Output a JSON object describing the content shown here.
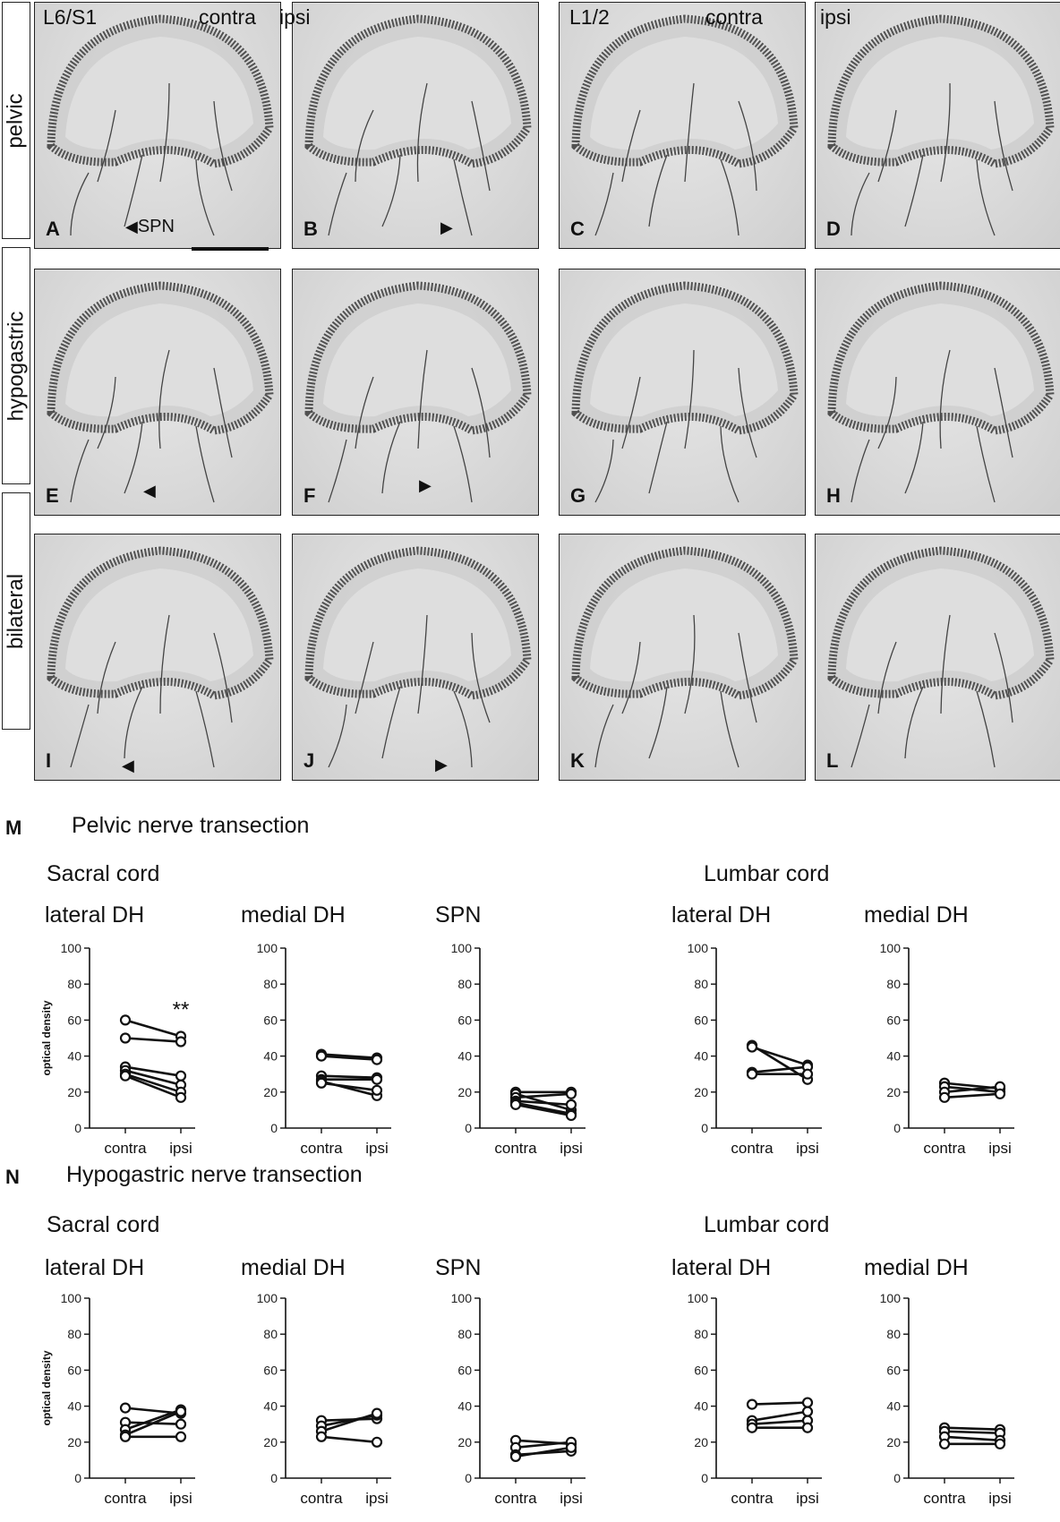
{
  "micrographs": {
    "row_labels": [
      "pelvic",
      "hypogastric",
      "bilateral"
    ],
    "headers": {
      "seg1": "L6/S1",
      "contra1": "contra",
      "ipsi1": "ipsi",
      "seg2": "L1/2",
      "contra2": "contra",
      "ipsi2": "ipsi"
    },
    "panel_letters": [
      "A",
      "B",
      "C",
      "D",
      "E",
      "F",
      "G",
      "H",
      "I",
      "J",
      "K",
      "L"
    ],
    "spn_label": "SPN",
    "arrow_glyph_left": "◀",
    "arrow_glyph_right": "▶"
  },
  "sections": {
    "M": {
      "letter": "M",
      "title": "Pelvic nerve transection",
      "sacral": "Sacral cord",
      "lumbar": "Lumbar cord"
    },
    "N": {
      "letter": "N",
      "title": "Hypogastric nerve transection",
      "sacral": "Sacral cord",
      "lumbar": "Lumbar cord"
    }
  },
  "chart_data": [
    {
      "type": "line",
      "section": "M",
      "title": "lateral DH",
      "ylabel": "optical density",
      "ylim": [
        0,
        100
      ],
      "yticks": [
        0,
        20,
        40,
        60,
        80,
        100
      ],
      "categories": [
        "contra",
        "ipsi"
      ],
      "annotation": "**",
      "pairs": [
        [
          60,
          51
        ],
        [
          50,
          48
        ],
        [
          34,
          29
        ],
        [
          32,
          24
        ],
        [
          30,
          20
        ],
        [
          29,
          17
        ]
      ]
    },
    {
      "type": "line",
      "section": "M",
      "title": "medial DH",
      "ylabel": "",
      "ylim": [
        0,
        100
      ],
      "yticks": [
        0,
        20,
        40,
        60,
        80,
        100
      ],
      "categories": [
        "contra",
        "ipsi"
      ],
      "annotation": "",
      "pairs": [
        [
          41,
          39
        ],
        [
          40,
          38
        ],
        [
          29,
          28
        ],
        [
          27,
          27
        ],
        [
          26,
          18
        ],
        [
          25,
          21
        ]
      ]
    },
    {
      "type": "line",
      "section": "M",
      "title": "SPN",
      "ylabel": "",
      "ylim": [
        0,
        100
      ],
      "yticks": [
        0,
        20,
        40,
        60,
        80,
        100
      ],
      "categories": [
        "contra",
        "ipsi"
      ],
      "annotation": "",
      "pairs": [
        [
          20,
          20
        ],
        [
          19,
          10
        ],
        [
          17,
          19
        ],
        [
          15,
          13
        ],
        [
          14,
          8
        ],
        [
          13,
          7
        ]
      ]
    },
    {
      "type": "line",
      "section": "M",
      "title": "lateral DH",
      "ylabel": "",
      "ylim": [
        0,
        100
      ],
      "yticks": [
        0,
        20,
        40,
        60,
        80,
        100
      ],
      "categories": [
        "contra",
        "ipsi"
      ],
      "annotation": "",
      "pairs": [
        [
          46,
          27
        ],
        [
          45,
          35
        ],
        [
          31,
          34
        ],
        [
          30,
          30
        ]
      ]
    },
    {
      "type": "line",
      "section": "M",
      "title": "medial DH",
      "ylabel": "",
      "ylim": [
        0,
        100
      ],
      "yticks": [
        0,
        20,
        40,
        60,
        80,
        100
      ],
      "categories": [
        "contra",
        "ipsi"
      ],
      "annotation": "",
      "pairs": [
        [
          25,
          22
        ],
        [
          23,
          20
        ],
        [
          20,
          23
        ],
        [
          17,
          19
        ]
      ]
    },
    {
      "type": "line",
      "section": "N",
      "title": "lateral DH",
      "ylabel": "optical density",
      "ylim": [
        0,
        100
      ],
      "yticks": [
        0,
        20,
        40,
        60,
        80,
        100
      ],
      "categories": [
        "contra",
        "ipsi"
      ],
      "annotation": "",
      "pairs": [
        [
          39,
          36
        ],
        [
          31,
          30
        ],
        [
          27,
          38
        ],
        [
          24,
          37
        ],
        [
          23,
          23
        ]
      ]
    },
    {
      "type": "line",
      "section": "N",
      "title": "medial DH",
      "ylabel": "",
      "ylim": [
        0,
        100
      ],
      "yticks": [
        0,
        20,
        40,
        60,
        80,
        100
      ],
      "categories": [
        "contra",
        "ipsi"
      ],
      "annotation": "",
      "pairs": [
        [
          32,
          33
        ],
        [
          29,
          35
        ],
        [
          26,
          36
        ],
        [
          23,
          20
        ]
      ]
    },
    {
      "type": "line",
      "section": "N",
      "title": "SPN",
      "ylabel": "",
      "ylim": [
        0,
        100
      ],
      "yticks": [
        0,
        20,
        40,
        60,
        80,
        100
      ],
      "categories": [
        "contra",
        "ipsi"
      ],
      "annotation": "",
      "pairs": [
        [
          21,
          19
        ],
        [
          17,
          20
        ],
        [
          13,
          15
        ],
        [
          12,
          17
        ]
      ]
    },
    {
      "type": "line",
      "section": "N",
      "title": "lateral DH",
      "ylabel": "",
      "ylim": [
        0,
        100
      ],
      "yticks": [
        0,
        20,
        40,
        60,
        80,
        100
      ],
      "categories": [
        "contra",
        "ipsi"
      ],
      "annotation": "",
      "pairs": [
        [
          41,
          42
        ],
        [
          32,
          37
        ],
        [
          30,
          32
        ],
        [
          28,
          28
        ]
      ]
    },
    {
      "type": "line",
      "section": "N",
      "title": "medial DH",
      "ylabel": "",
      "ylim": [
        0,
        100
      ],
      "yticks": [
        0,
        20,
        40,
        60,
        80,
        100
      ],
      "categories": [
        "contra",
        "ipsi"
      ],
      "annotation": "",
      "pairs": [
        [
          28,
          27
        ],
        [
          26,
          25
        ],
        [
          23,
          21
        ],
        [
          19,
          19
        ]
      ]
    }
  ]
}
